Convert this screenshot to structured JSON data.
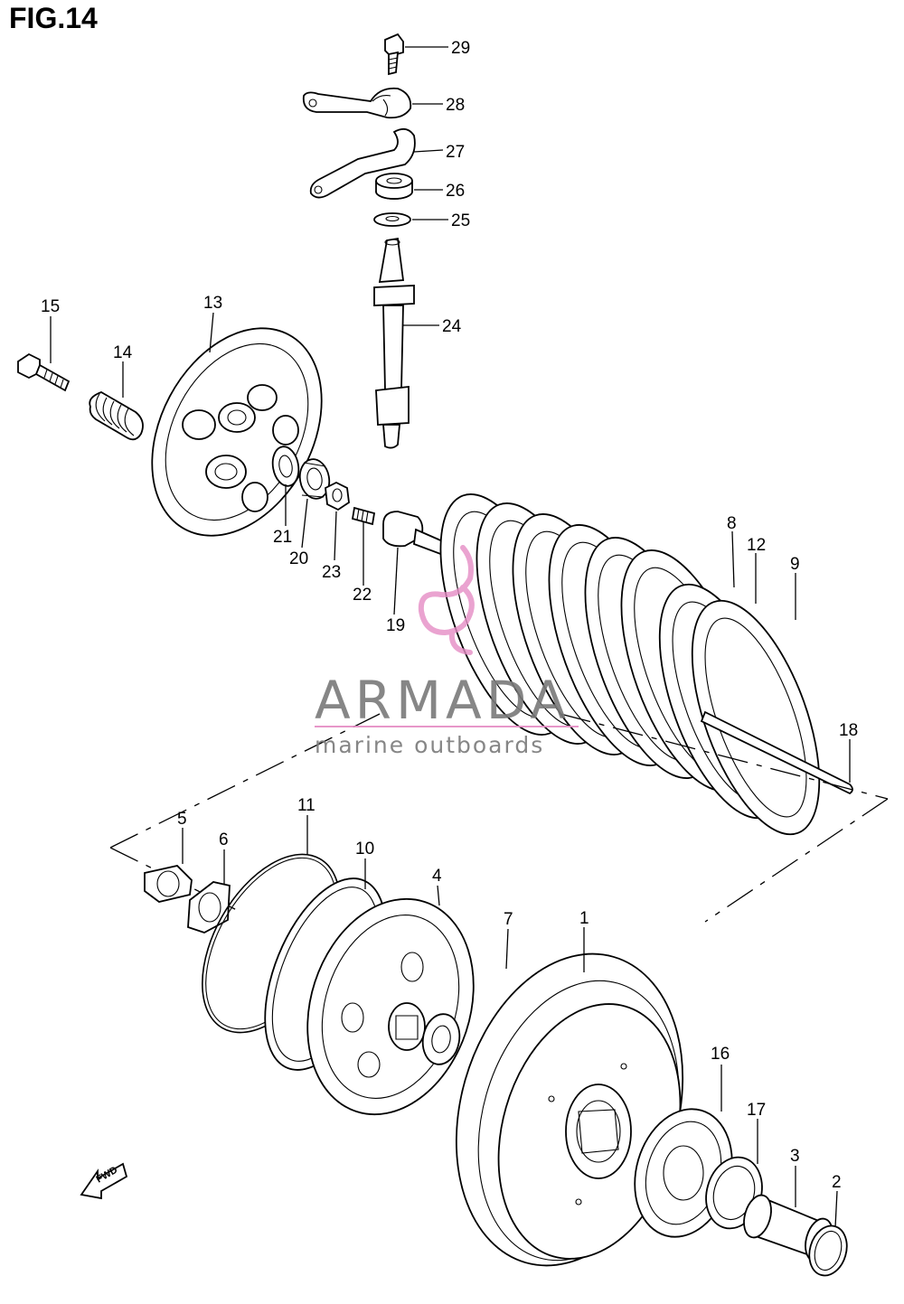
{
  "figure": {
    "title": "FIG.14"
  },
  "watermark": {
    "brand": "ARMADA",
    "tagline": "marine outboards"
  },
  "fwd_arrow": {
    "label": "FWD"
  },
  "parts": [
    {
      "ref": "1"
    },
    {
      "ref": "2"
    },
    {
      "ref": "3"
    },
    {
      "ref": "4"
    },
    {
      "ref": "5"
    },
    {
      "ref": "6"
    },
    {
      "ref": "7"
    },
    {
      "ref": "8"
    },
    {
      "ref": "9"
    },
    {
      "ref": "10"
    },
    {
      "ref": "11"
    },
    {
      "ref": "12"
    },
    {
      "ref": "13"
    },
    {
      "ref": "14"
    },
    {
      "ref": "15"
    },
    {
      "ref": "16"
    },
    {
      "ref": "17"
    },
    {
      "ref": "18"
    },
    {
      "ref": "19"
    },
    {
      "ref": "20"
    },
    {
      "ref": "21"
    },
    {
      "ref": "22"
    },
    {
      "ref": "23"
    },
    {
      "ref": "24"
    },
    {
      "ref": "25"
    },
    {
      "ref": "26"
    },
    {
      "ref": "27"
    },
    {
      "ref": "28"
    },
    {
      "ref": "29"
    }
  ],
  "colors": {
    "line": "#000000",
    "background": "#ffffff",
    "watermark_text": "#7a7a7a",
    "watermark_accent": "#e58cc4"
  }
}
